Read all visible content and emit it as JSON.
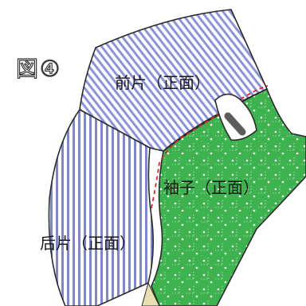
{
  "figure": {
    "number_label": "図④"
  },
  "pieces": {
    "front": {
      "label": "前片（正面）",
      "stripe_color": "#8c93d8"
    },
    "back": {
      "label": "后片（正面）",
      "stripe_color": "#7f87c9"
    },
    "sleeve": {
      "label": "袖子（正面）",
      "fill_color": "#3db24f"
    }
  },
  "stitch_line": {
    "color": "#d6282f"
  },
  "iron": {
    "icon": "iron-icon"
  }
}
